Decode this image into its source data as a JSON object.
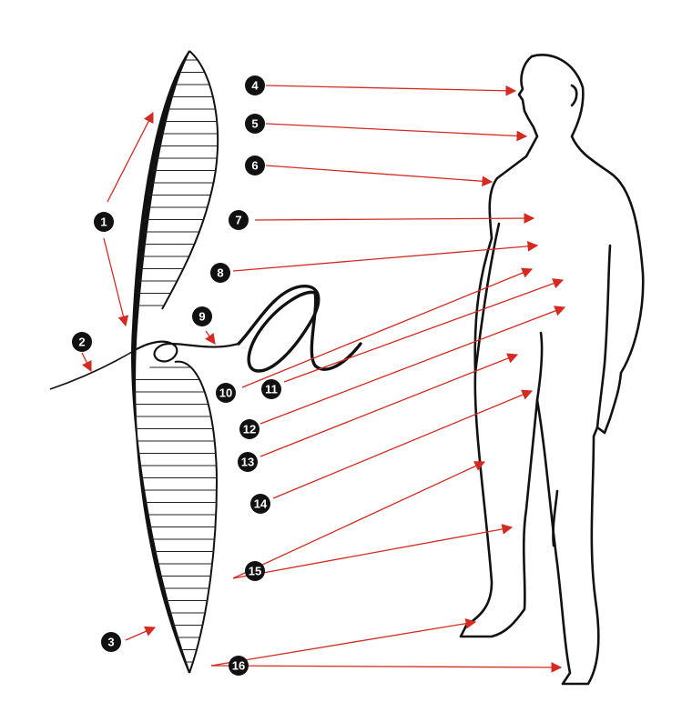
{
  "diagram": {
    "colors": {
      "arrow": "#d42a20",
      "marker": "#111111",
      "marker_text": "#ffffff",
      "ink": "#111111"
    },
    "markers": [
      {
        "id": "1",
        "label": "1"
      },
      {
        "id": "2",
        "label": "2"
      },
      {
        "id": "3",
        "label": "3"
      },
      {
        "id": "4",
        "label": "4"
      },
      {
        "id": "5",
        "label": "5"
      },
      {
        "id": "6",
        "label": "6"
      },
      {
        "id": "7",
        "label": "7"
      },
      {
        "id": "8",
        "label": "8"
      },
      {
        "id": "9",
        "label": "9"
      },
      {
        "id": "10",
        "label": "10"
      },
      {
        "id": "11",
        "label": "11"
      },
      {
        "id": "12",
        "label": "12"
      },
      {
        "id": "13",
        "label": "13"
      },
      {
        "id": "14",
        "label": "14"
      },
      {
        "id": "15",
        "label": "15"
      },
      {
        "id": "16",
        "label": "16"
      }
    ]
  }
}
